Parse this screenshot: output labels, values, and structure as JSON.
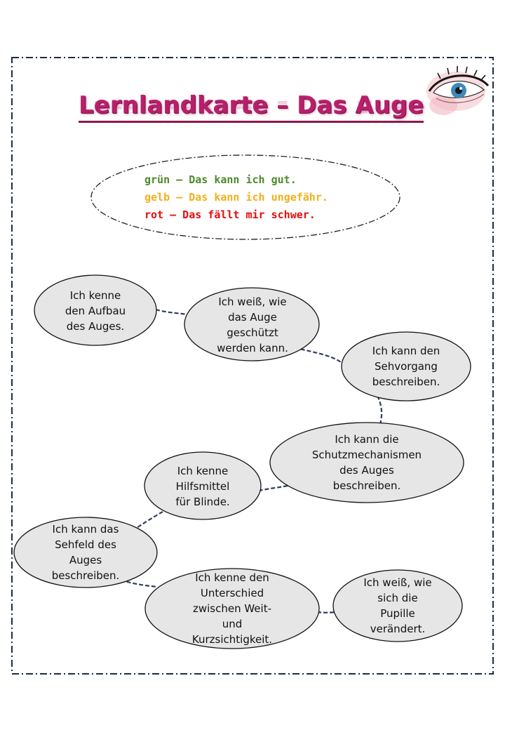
{
  "title": "Lernlandkarte – Das Auge",
  "legend": {
    "green": "grün – Das kann ich gut.",
    "yellow": "gelb – Das kann ich ungefähr.",
    "red": "rot –  Das fällt mir schwer."
  },
  "colors": {
    "green": "#4e8a2b",
    "yellow": "#f2b01a",
    "red": "#e60d0d",
    "title": "#b81f6a",
    "connector": "#2f3d5e",
    "bubble_fill": "#e6e6e6"
  },
  "icon": "eye-icon",
  "bubbles": [
    {
      "lines": [
        "Ich kenne",
        "den Aufbau",
        "des Auges."
      ]
    },
    {
      "lines": [
        "Ich weiß, wie",
        "das Auge",
        "geschützt",
        "werden kann."
      ]
    },
    {
      "lines": [
        "Ich kann den",
        "Sehvorgang",
        "beschreiben."
      ]
    },
    {
      "lines": [
        "Ich kann die",
        "Schutzmechanismen",
        "des Auges",
        "beschreiben."
      ]
    },
    {
      "lines": [
        "Ich kenne",
        "Hilfsmittel",
        "für Blinde."
      ]
    },
    {
      "lines": [
        "Ich kann das",
        "Sehfeld des",
        "Auges",
        "beschreiben."
      ]
    },
    {
      "lines": [
        "Ich kenne den",
        "Unterschied",
        "zwischen Weit-",
        "und",
        "Kurzsichtigkeit."
      ]
    },
    {
      "lines": [
        "Ich weiß, wie",
        "sich die",
        "Pupille",
        "verändert."
      ]
    }
  ]
}
